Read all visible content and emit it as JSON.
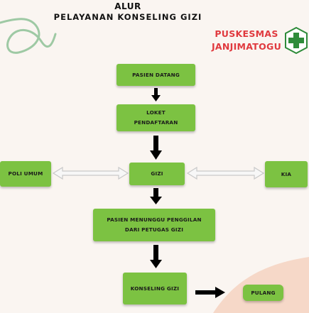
{
  "header": {
    "title_line1": "ALUR",
    "title_line2": "PELAYANAN KONSELING GIZI"
  },
  "brand": {
    "line1": "PUSKESMAS",
    "line2": "JANJIMATOGU",
    "logo_icon": "green-cross-icon",
    "color": "#e0393e"
  },
  "flow": {
    "pasien_datang": "PASIEN DATANG",
    "loket_line1": "LOKET",
    "loket_line2": "PENDAFTARAN",
    "gizi": "GIZI",
    "poli_umum": "POLI UMUM",
    "kia": "KIA",
    "menunggu_line1": "PASIEN MENUNGGU PENGGILAN",
    "menunggu_line2": "DARI PETUGAS GIZI",
    "konseling": "KONSELING GIZI",
    "pulang": "PULANG"
  },
  "colors": {
    "box": "#7cc242",
    "background": "#faf5f1",
    "accent_curve": "#9ec9a4",
    "corner": "#f6d8c8"
  }
}
